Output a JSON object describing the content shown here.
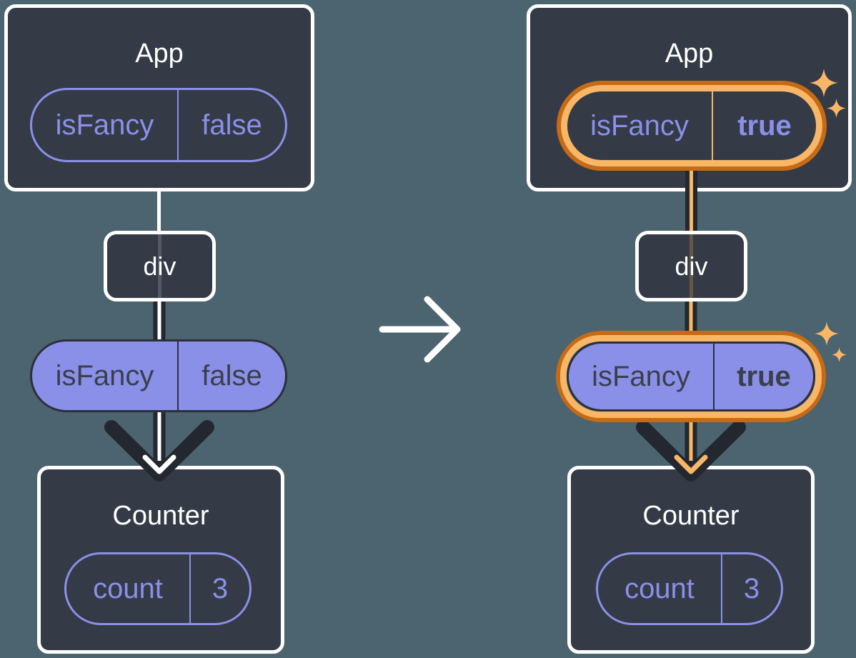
{
  "palette": {
    "background": "#4B646F",
    "box_bg": "#343A46",
    "box_border": "#FFFFFF",
    "purple_accent": "#8A90E8",
    "pill_dark_text": "#3A3F4C",
    "pill_dark_border": "#2B303C",
    "connector_dark": "#23272F",
    "highlight_orange": "#C76A15",
    "highlight_orange_light": "#F8B766",
    "white": "#FFFFFF"
  },
  "before": {
    "app": {
      "title": "App",
      "prop_name": "isFancy",
      "prop_value": "false"
    },
    "div": {
      "label": "div"
    },
    "passed_prop": {
      "name": "isFancy",
      "value": "false"
    },
    "counter": {
      "title": "Counter",
      "state_name": "count",
      "state_value": "3"
    }
  },
  "after": {
    "app": {
      "title": "App",
      "prop_name": "isFancy",
      "prop_value": "true"
    },
    "div": {
      "label": "div"
    },
    "passed_prop": {
      "name": "isFancy",
      "value": "true"
    },
    "counter": {
      "title": "Counter",
      "state_name": "count",
      "state_value": "3"
    }
  },
  "icons": {
    "transition": "arrow-right",
    "highlight": "sparkles",
    "flow": "arrowhead-down"
  }
}
